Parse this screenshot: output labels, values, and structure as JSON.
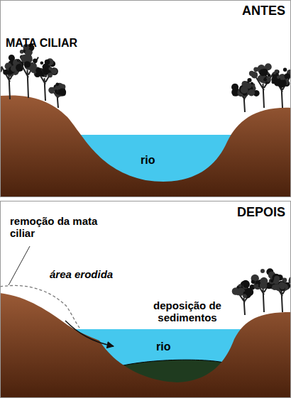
{
  "diagram": {
    "labels": [
      "ANTES",
      "MATA CILIAR",
      "rio",
      "DEPOIS",
      "remoção da mata ciliar",
      "área erodida",
      "deposição de sedimentos",
      "rio"
    ]
  }
}
